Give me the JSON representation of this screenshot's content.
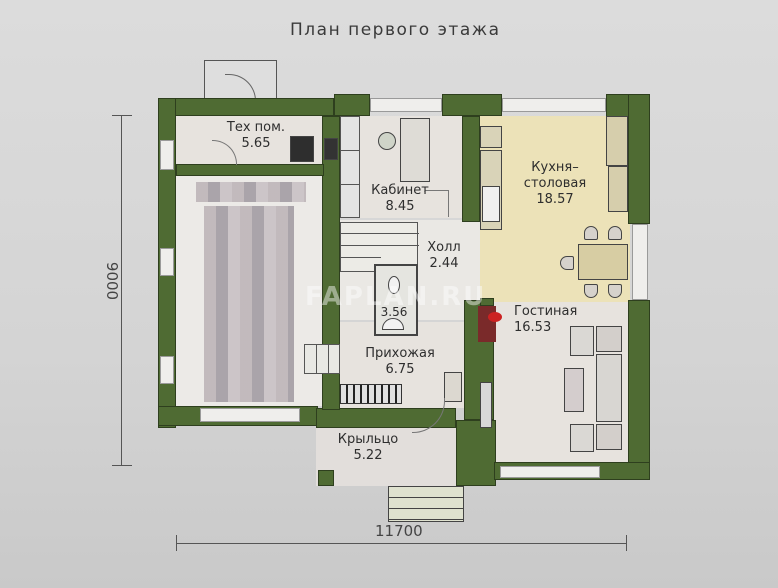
{
  "title": "План первого этажа",
  "dimensions": {
    "height_mm": "9000",
    "width_mm": "11700"
  },
  "rooms": [
    {
      "id": "tech",
      "name": "Тех пом.",
      "area": "5.65"
    },
    {
      "id": "office",
      "name": "Кабинет",
      "area": "8.45"
    },
    {
      "id": "kitchen",
      "name": "Кухня–\nстоловая",
      "name_line1": "Кухня–",
      "name_line2": "столовая",
      "area": "18.57"
    },
    {
      "id": "hall",
      "name": "Холл",
      "area": "2.44"
    },
    {
      "id": "bathroom",
      "name": "",
      "area": "3.56"
    },
    {
      "id": "living",
      "name": "Гостиная",
      "area": "16.53"
    },
    {
      "id": "entry",
      "name": "Прихожая",
      "area": "6.75"
    },
    {
      "id": "porch",
      "name": "Крыльцо",
      "area": "5.22"
    },
    {
      "id": "garage",
      "name": "",
      "area": ""
    }
  ],
  "watermark": "FAPLAN.RU",
  "colors": {
    "wall": "#4f6b33",
    "kitchen_fill": "#ece2b8",
    "room_fill": "#e7e3de",
    "background": "#d6d6d6"
  }
}
